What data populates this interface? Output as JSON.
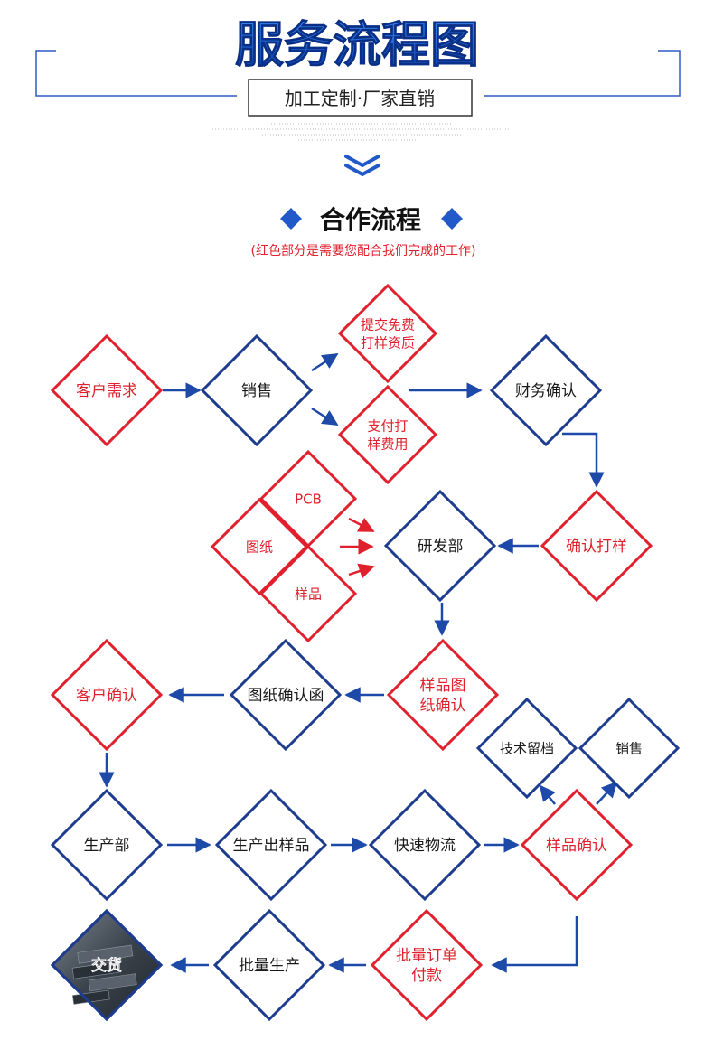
{
  "header": {
    "title": "服务流程图",
    "subtitle": "加工定制·厂家直销"
  },
  "section": {
    "title": "合作流程",
    "note": "(红色部分是需要您配合我们完成的工作)"
  },
  "colors": {
    "blue": "#1d3c8f",
    "red": "#e0202c",
    "arrow": "#1d4aa8",
    "title_blue": "#1f63d1"
  },
  "nodes": [
    {
      "id": "kehuxuqiu",
      "label": [
        "客户需求"
      ],
      "color": "red"
    },
    {
      "id": "xiaoshou1",
      "label": [
        "销售"
      ],
      "color": "blue"
    },
    {
      "id": "tijiaomianfei",
      "label": [
        "提交免费",
        "打样资质"
      ],
      "color": "red"
    },
    {
      "id": "zhifudayang",
      "label": [
        "支付打",
        "样费用"
      ],
      "color": "red"
    },
    {
      "id": "caiwuqueren",
      "label": [
        "财务确认"
      ],
      "color": "blue"
    },
    {
      "id": "querendayang",
      "label": [
        "确认打样"
      ],
      "color": "red"
    },
    {
      "id": "yanfabu",
      "label": [
        "研发部"
      ],
      "color": "blue"
    },
    {
      "id": "pcb",
      "label": [
        "PCB"
      ],
      "color": "red"
    },
    {
      "id": "tuzhi",
      "label": [
        "图纸"
      ],
      "color": "red"
    },
    {
      "id": "yangpin",
      "label": [
        "样品"
      ],
      "color": "red"
    },
    {
      "id": "yangpintuzhiqueren",
      "label": [
        "样品图",
        "纸确认"
      ],
      "color": "red"
    },
    {
      "id": "tuzhiquerenhan",
      "label": [
        "图纸确认函"
      ],
      "color": "blue"
    },
    {
      "id": "kehuqueren",
      "label": [
        "客户确认"
      ],
      "color": "red"
    },
    {
      "id": "shengchanbu",
      "label": [
        "生产部"
      ],
      "color": "blue"
    },
    {
      "id": "shengchanchuyangpin",
      "label": [
        "生产出样品"
      ],
      "color": "blue"
    },
    {
      "id": "kuaisuwuliu",
      "label": [
        "快速物流"
      ],
      "color": "blue"
    },
    {
      "id": "yangpinqueren",
      "label": [
        "样品确认"
      ],
      "color": "red"
    },
    {
      "id": "jishuliudang",
      "label": [
        "技术留档"
      ],
      "color": "blue"
    },
    {
      "id": "xiaoshou2",
      "label": [
        "销售"
      ],
      "color": "blue"
    },
    {
      "id": "piliangdingdan",
      "label": [
        "批量订单",
        "付款"
      ],
      "color": "red"
    },
    {
      "id": "piliangshengchan",
      "label": [
        "批量生产"
      ],
      "color": "blue"
    },
    {
      "id": "jiaohuo",
      "label": [
        "交货"
      ],
      "color": "photo"
    }
  ],
  "edges": [
    {
      "from": "kehuxuqiu",
      "to": "xiaoshou1"
    },
    {
      "from": "xiaoshou1",
      "to": "tijiaomianfei"
    },
    {
      "from": "xiaoshou1",
      "to": "zhifudayang"
    },
    {
      "from": "tijiaomianfei",
      "to": "caiwuqueren"
    },
    {
      "from": "caiwuqueren",
      "to": "querendayang"
    },
    {
      "from": "querendayang",
      "to": "yanfabu"
    },
    {
      "from": "pcb",
      "to": "yanfabu"
    },
    {
      "from": "tuzhi",
      "to": "yanfabu"
    },
    {
      "from": "yangpin",
      "to": "yanfabu"
    },
    {
      "from": "yanfabu",
      "to": "yangpintuzhiqueren"
    },
    {
      "from": "yangpintuzhiqueren",
      "to": "tuzhiquerenhan"
    },
    {
      "from": "tuzhiquerenhan",
      "to": "kehuqueren"
    },
    {
      "from": "kehuqueren",
      "to": "shengchanbu"
    },
    {
      "from": "shengchanbu",
      "to": "shengchanchuyangpin"
    },
    {
      "from": "shengchanchuyangpin",
      "to": "kuaisuwuliu"
    },
    {
      "from": "kuaisuwuliu",
      "to": "yangpinqueren"
    },
    {
      "from": "yangpinqueren",
      "to": "jishuliudang"
    },
    {
      "from": "yangpinqueren",
      "to": "xiaoshou2"
    },
    {
      "from": "yangpinqueren",
      "to": "piliangdingdan"
    },
    {
      "from": "piliangdingdan",
      "to": "piliangshengchan"
    },
    {
      "from": "piliangshengchan",
      "to": "jiaohuo"
    }
  ]
}
